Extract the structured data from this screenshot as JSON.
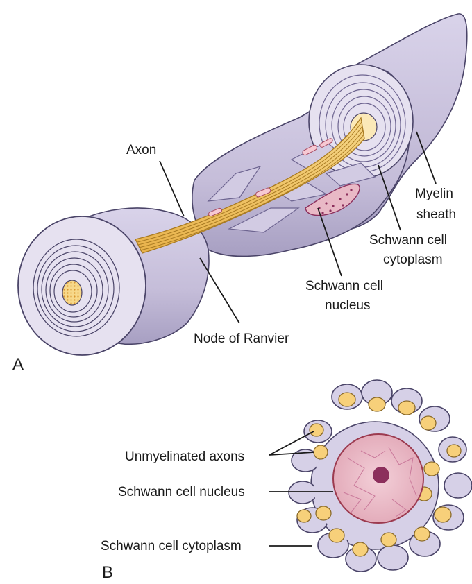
{
  "panel_a": {
    "letter": "A",
    "labels": {
      "axon": "Axon",
      "myelin_line1": "Myelin",
      "myelin_line2": "sheath",
      "cytoplasm_line1": "Schwann cell",
      "cytoplasm_line2": "cytoplasm",
      "nucleus_line1": "Schwann cell",
      "nucleus_line2": "nucleus",
      "node": "Node of Ranvier"
    }
  },
  "panel_b": {
    "letter": "B",
    "labels": {
      "unmyelinated": "Unmyelinated axons",
      "nucleus": "Schwann cell nucleus",
      "cytoplasm": "Schwann cell cytoplasm"
    }
  },
  "colors": {
    "membrane": "#c9c2dc",
    "membrane_dark": "#8f86ad",
    "outline": "#4a4468",
    "axon": "#f0c15a",
    "axon_line": "#a87a22",
    "nucleus": "#e9b9c6",
    "nucleolus": "#8c2f5c",
    "background": "#ffffff"
  }
}
